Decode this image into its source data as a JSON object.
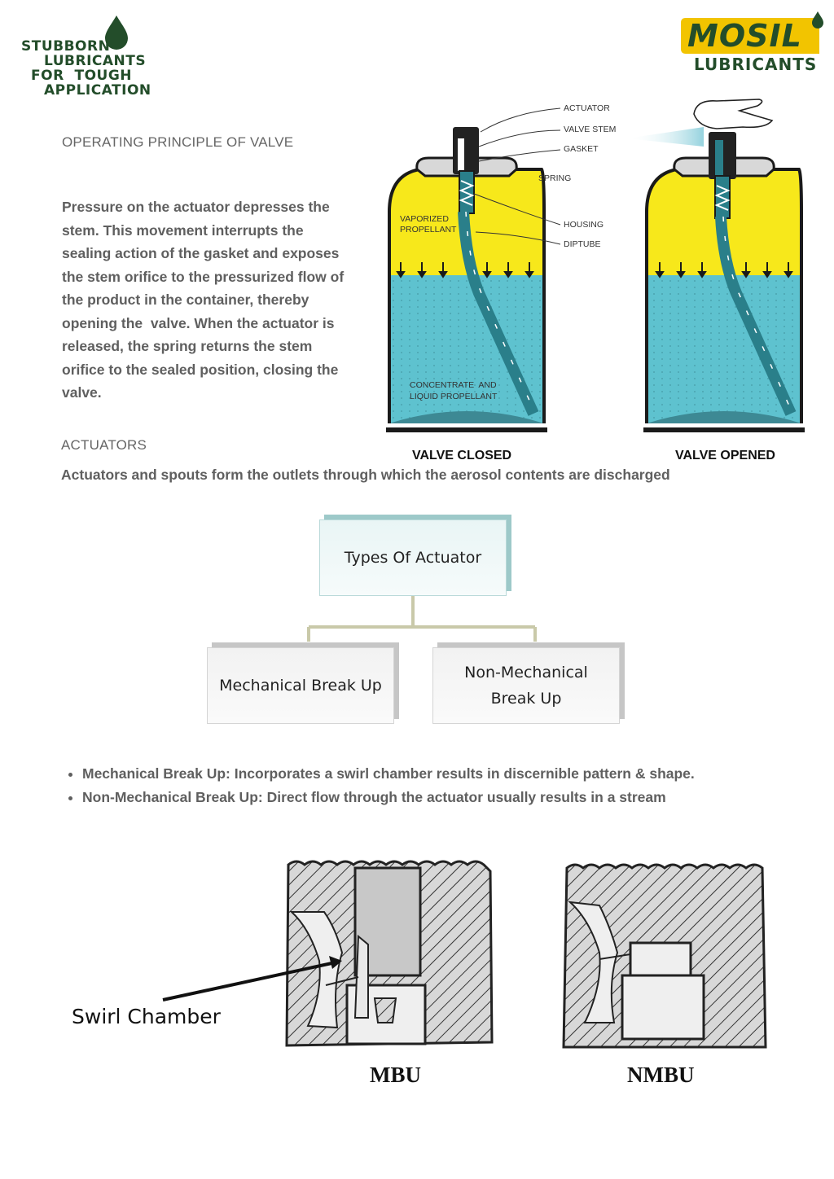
{
  "header": {
    "tagline_lines": [
      "STUBBORN",
      "LUBRICANTS",
      "FOR  TOUGH",
      "APPLICATION"
    ],
    "brand_name": "MOSIL",
    "brand_sub": "LUBRICANTS",
    "brand_color": "#f2c400",
    "green_color": "#234d2a"
  },
  "valve": {
    "title": "OPERATING PRINCIPLE OF VALVE",
    "paragraph_lines": [
      "Pressure on the actuator depresses the",
      "stem. This movement interrupts the",
      "sealing action of the gasket and exposes",
      "the stem orifice to the pressurized flow of",
      "the product in the container, thereby",
      "opening the  valve. When the actuator is",
      "released, the spring returns the stem",
      "orifice to the sealed position, closing the",
      "valve."
    ],
    "diagram_labels": {
      "actuator": "ACTUATOR",
      "valve_stem": "VALVE STEM",
      "gasket": "GASKET",
      "spring": "SPRING",
      "housing": "HOUSING",
      "diptube": "DIPTUBE",
      "vapor_line1": "VAPORIZED",
      "vapor_line2": "PROPELLANT",
      "liquid_line1": "CONCENTRATE  AND",
      "liquid_line2": "LIQUID PROPELLANT"
    },
    "caption_closed": "VALVE CLOSED",
    "caption_opened": "VALVE OPENED"
  },
  "actuators": {
    "title": "ACTUATORS",
    "intro": "Actuators and spouts form the outlets through which the aerosol contents are discharged",
    "chart_root": "Types Of Actuator",
    "chart_left": "Mechanical Break Up",
    "chart_right_line1": "Non-Mechanical",
    "chart_right_line2": "Break Up",
    "bullets": [
      "Mechanical Break Up: Incorporates a swirl chamber results in discernible pattern & shape.",
      "Non-Mechanical Break Up: Direct flow through the actuator usually results in a stream"
    ],
    "swirl_label": "Swirl Chamber",
    "caption_mbu": "MBU",
    "caption_nmbu": "NMBU"
  }
}
